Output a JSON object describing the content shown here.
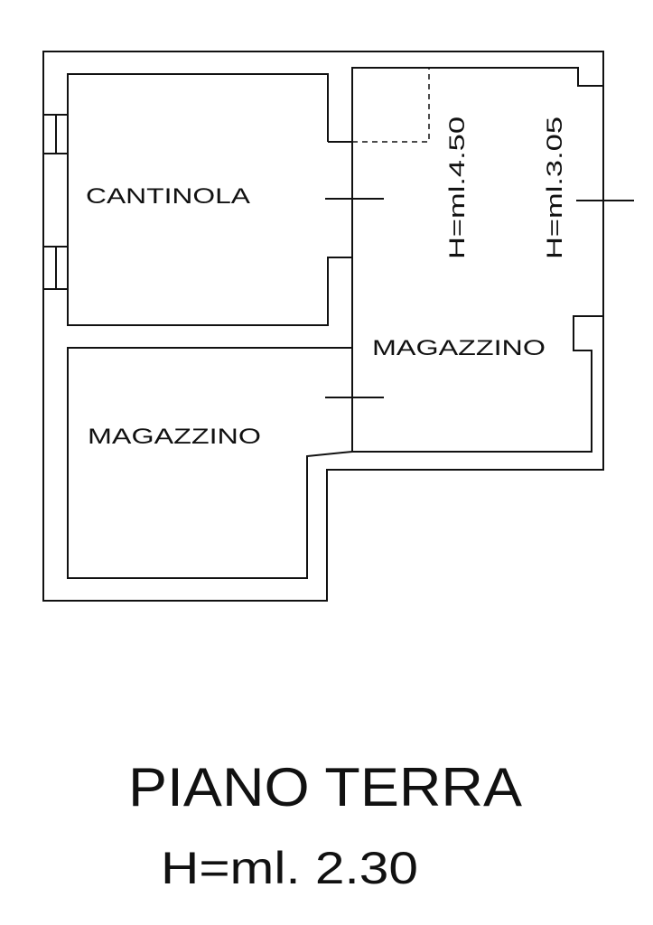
{
  "plan": {
    "rooms": [
      {
        "name": "CANTINOLA"
      },
      {
        "name": "MAGAZZINO"
      },
      {
        "name": "MAGAZZINO"
      }
    ],
    "heights": [
      "H=ml.4.50",
      "H=ml.3.05"
    ]
  },
  "footer": {
    "title": "PIANO TERRA",
    "height": "H=ml. 2.30"
  }
}
